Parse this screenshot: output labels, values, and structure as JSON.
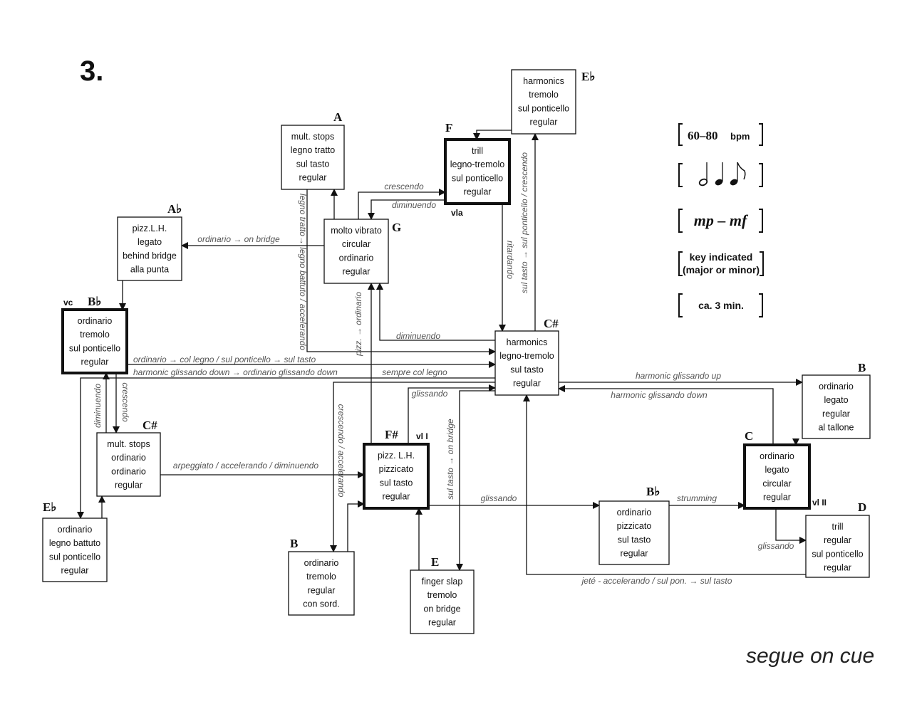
{
  "title": "3.",
  "footer": "segue on cue",
  "boxes": {
    "eb_top": {
      "key": "E♭",
      "lines": [
        "harmonics",
        "tremolo",
        "sul ponticello",
        "regular"
      ]
    },
    "f": {
      "key": "F",
      "lines": [
        "trill",
        "legno-tremolo",
        "sul ponticello",
        "regular"
      ]
    },
    "a": {
      "key": "A",
      "lines": [
        "mult. stops",
        "legno tratto",
        "sul tasto",
        "regular"
      ]
    },
    "ab": {
      "key": "A♭",
      "lines": [
        "pizz.L.H.",
        "legato",
        "behind bridge",
        "alla punta"
      ]
    },
    "g": {
      "key": "G",
      "lines": [
        "molto vibrato",
        "circular",
        "ordinario",
        "regular"
      ]
    },
    "bb_vc": {
      "key": "B♭",
      "lines": [
        "ordinario",
        "tremolo",
        "sul ponticello",
        "regular"
      ]
    },
    "cs_center": {
      "key": "C#",
      "lines": [
        "harmonics",
        "legno-tremolo",
        "sul tasto",
        "regular"
      ]
    },
    "b_right": {
      "key": "B",
      "lines": [
        "ordinario",
        "legato",
        "regular",
        "al tallone"
      ]
    },
    "cs_left": {
      "key": "C#",
      "lines": [
        "mult. stops",
        "ordinario",
        "ordinario",
        "regular"
      ]
    },
    "fs": {
      "key": "F#",
      "lines": [
        "pizz. L.H.",
        "pizzicato",
        "sul tasto",
        "regular"
      ]
    },
    "c": {
      "key": "C",
      "lines": [
        "ordinario",
        "legato",
        "circular",
        "regular"
      ]
    },
    "bb_mid": {
      "key": "B♭",
      "lines": [
        "ordinario",
        "pizzicato",
        "sul tasto",
        "regular"
      ]
    },
    "d": {
      "key": "D",
      "lines": [
        "trill",
        "regular",
        "sul ponticello",
        "regular"
      ]
    },
    "eb_bottom": {
      "key": "E♭",
      "lines": [
        "ordinario",
        "legno battuto",
        "sul ponticello",
        "regular"
      ]
    },
    "b_bottom": {
      "key": "B",
      "lines": [
        "ordinario",
        "tremolo",
        "regular",
        "con sord."
      ]
    },
    "e": {
      "key": "E",
      "lines": [
        "finger slap",
        "tremolo",
        "on bridge",
        "regular"
      ]
    }
  },
  "instruments": {
    "vla": "vla",
    "vc": "vc",
    "vl1": "vl I",
    "vl2": "vl II"
  },
  "edges": {
    "g_a": "",
    "g_f": "crescendo",
    "f_g": "diminuendo",
    "g_ab": "ordinario → on bridge",
    "a_cs": "legno tratto→ legno battuto / accelerando",
    "ab_bb": "",
    "bb_cs": "ordinario → col legno / sul ponticello → sul tasto",
    "cs_eb": "harmonic glissando down → ordinario glissando down",
    "cs_eb_2": "sempre col legno",
    "cs_g": "diminuendo",
    "fs_g": "pizz. → ordinario",
    "cs_b": "crescendo / accelerando",
    "b_fs": "",
    "fs_cs": "glissando",
    "cs_e": "sul tasto → on bridge",
    "cs_ebtop": "sul tasto → sul ponticello / crescendo",
    "f_cs": "ritardando",
    "ebtop_f": "",
    "cs_bright": "harmonic glissando up",
    "c_cs": "harmonic glissando down",
    "bright_c": "",
    "c_d": "glissando",
    "d_cs": "jeté - accelerando / sul pon. → sul tasto",
    "fs_bbmid": "glissando",
    "bbmid_c": "strumming",
    "e_fs": "",
    "csl_fs": "arpeggiato / accelerando / diminuendo",
    "csl_bb": "diminuendo",
    "bb_csl": "crescendo",
    "ebb_csl": ""
  },
  "legend": {
    "tempo": "60–80",
    "tempo_unit": "bpm",
    "rhythm_icons": [
      "half-note",
      "quarter-note",
      "eighth-note"
    ],
    "dynamics": "mp – mf",
    "key_line1": "key indicated",
    "key_line2": "(major or minor)",
    "duration": "ca. 3 min."
  }
}
